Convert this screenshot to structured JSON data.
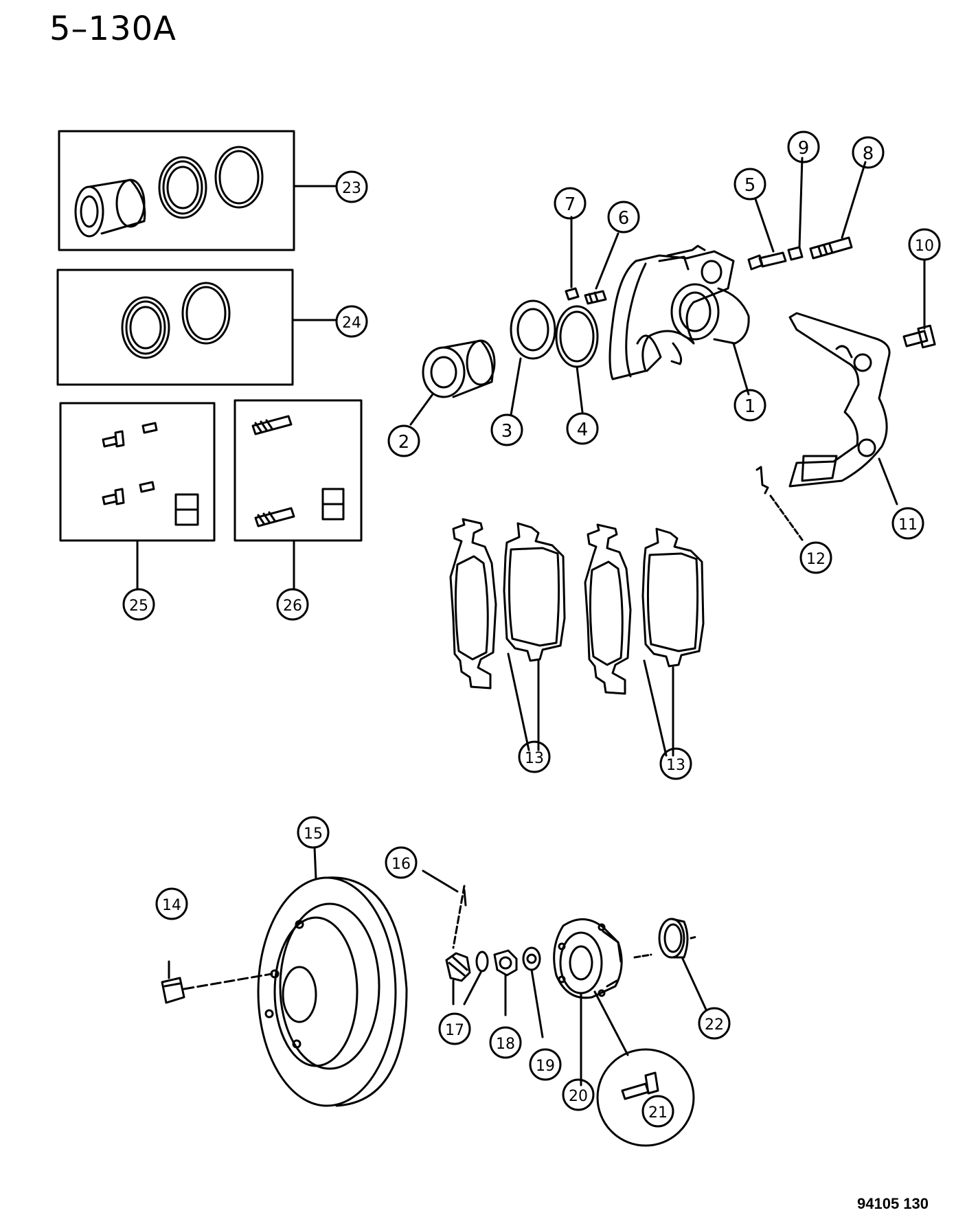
{
  "header": {
    "title": "5–130A"
  },
  "footer": {
    "code": "94105  130"
  },
  "callouts": [
    "1",
    "2",
    "3",
    "4",
    "5",
    "6",
    "7",
    "8",
    "9",
    "10",
    "11",
    "12",
    "13",
    "13",
    "14",
    "15",
    "16",
    "17",
    "18",
    "19",
    "20",
    "21",
    "22",
    "23",
    "24",
    "25",
    "26"
  ]
}
